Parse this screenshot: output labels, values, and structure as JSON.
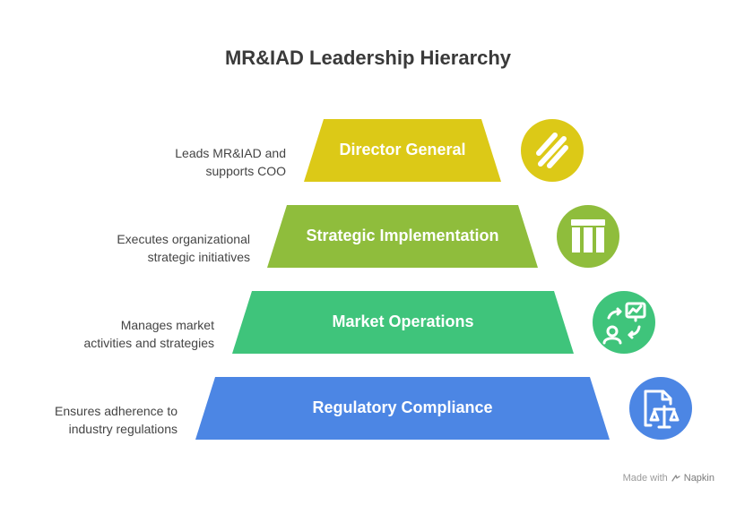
{
  "title": "MR&IAD Leadership Hierarchy",
  "tiers": [
    {
      "label": "Director General",
      "description_lines": [
        "Leads MR&IAD and",
        "supports COO"
      ],
      "color": "#dcc917",
      "icon": "diagonal-stripes-icon"
    },
    {
      "label": "Strategic Implementation",
      "description_lines": [
        "Executes organizational",
        "strategic initiatives"
      ],
      "color": "#8fbd3c",
      "icon": "building-columns-icon"
    },
    {
      "label": "Market Operations",
      "description_lines": [
        "Manages market",
        "activities and strategies"
      ],
      "color": "#3fc47b",
      "icon": "presenter-chart-icon"
    },
    {
      "label": "Regulatory Compliance",
      "description_lines": [
        "Ensures adherence to",
        "industry regulations"
      ],
      "color": "#4c86e4",
      "icon": "document-scales-icon"
    }
  ],
  "footer": {
    "made_with": "Made with",
    "brand": "Napkin"
  }
}
